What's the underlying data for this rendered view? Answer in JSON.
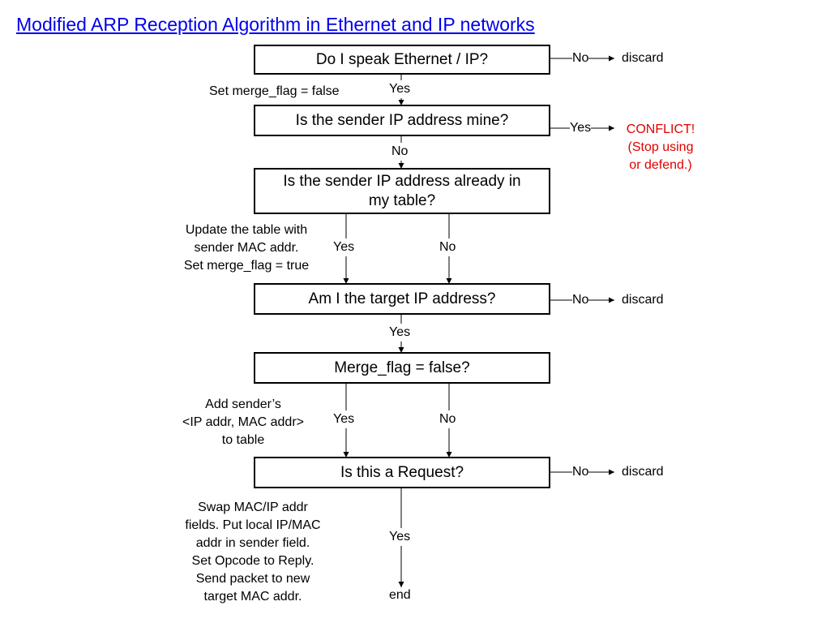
{
  "title": "Modified ARP Reception Algorithm in Ethernet and IP networks",
  "colors": {
    "title": "#0000ee",
    "conflict": "#e00000",
    "line": "#000000"
  },
  "boxes": {
    "speak": "Do I speak Ethernet / IP?",
    "sender_mine": "Is the sender IP address mine?",
    "in_table_line1": "Is the sender IP address already in",
    "in_table_line2": "my table?",
    "target": "Am I the target IP address?",
    "merge": "Merge_flag = false?",
    "request": "Is this a Request?"
  },
  "edge_labels": {
    "speak_no": "No",
    "speak_yes": "Yes",
    "sender_yes": "Yes",
    "sender_no": "No",
    "table_yes": "Yes",
    "table_no": "No",
    "target_no": "No",
    "target_yes": "Yes",
    "merge_yes": "Yes",
    "merge_no": "No",
    "request_no": "No",
    "request_yes": "Yes"
  },
  "outcomes": {
    "discard_1": "discard",
    "discard_2": "discard",
    "discard_3": "discard",
    "end": "end",
    "conflict_1": "CONFLICT!",
    "conflict_2": "(Stop using",
    "conflict_3": "or defend.)"
  },
  "notes": {
    "set_false": "Set merge_flag = false",
    "update_1": "Update the table with",
    "update_2": "sender MAC addr.",
    "update_3": "Set merge_flag = true",
    "add_1": "Add sender’s",
    "add_2": "<IP addr, MAC addr>",
    "add_3": "to table",
    "swap_1": "Swap MAC/IP addr",
    "swap_2": "fields. Put local IP/MAC",
    "swap_3": "addr in sender field.",
    "swap_4": "Set Opcode to Reply.",
    "swap_5": "Send packet to new",
    "swap_6": "target MAC addr."
  }
}
